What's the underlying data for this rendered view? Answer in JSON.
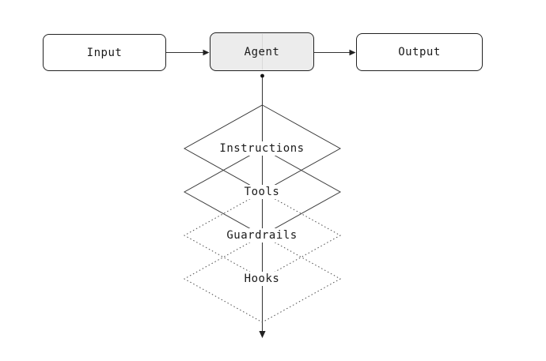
{
  "diagram": {
    "nodes": {
      "input": {
        "label": "Input"
      },
      "agent": {
        "label": "Agent"
      },
      "output": {
        "label": "Output"
      }
    },
    "flow": [
      {
        "from": "Input",
        "to": "Agent"
      },
      {
        "from": "Agent",
        "to": "Output"
      }
    ],
    "layers": [
      {
        "label": "Instructions",
        "border_style": "solid"
      },
      {
        "label": "Tools",
        "border_style": "solid"
      },
      {
        "label": "Guardrails",
        "border_style": "dotted"
      },
      {
        "label": "Hooks",
        "border_style": "dotted"
      }
    ],
    "colors": {
      "background": "#ffffff",
      "box_border": "#222222",
      "agent_fill": "#ececec",
      "line": "#333333",
      "text": "#1a1a1a"
    }
  }
}
